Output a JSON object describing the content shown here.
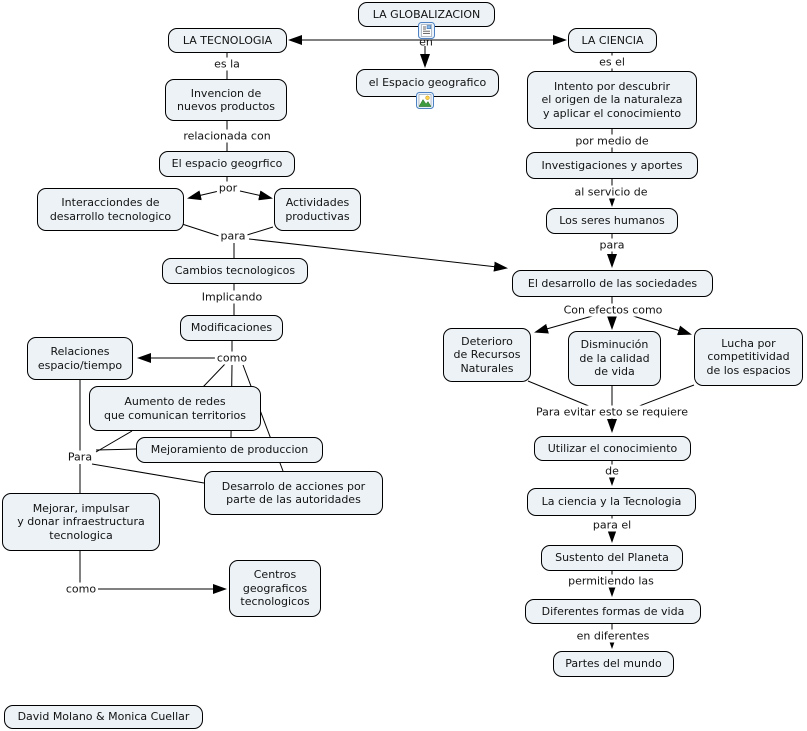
{
  "map": {
    "title": "LA GLOBALIZACION",
    "colors": {
      "background": "#ffffff",
      "node_fill": "#ecf2f6",
      "node_border": "#000000",
      "connector": "#000000",
      "icon_border": "#4e82c2"
    },
    "icons": {
      "globalizacion_resource": "document-resource-icon",
      "espacio_geografico_resource": "image-resource-icon"
    },
    "nodes": {
      "globalizacion": {
        "text": "LA GLOBALIZACION"
      },
      "tecnologia": {
        "text": "LA TECNOLOGIA"
      },
      "ciencia": {
        "text": "LA CIENCIA"
      },
      "espacio_geografico": {
        "text": "el Espacio geografico"
      },
      "invencion": {
        "text": "Invencion de\nnuevos productos"
      },
      "espacio_geogrfico": {
        "text": "El espacio geogrfico"
      },
      "interacciondes": {
        "text": "Interacciondes de\ndesarrollo tecnologico"
      },
      "actividades": {
        "text": "Actividades\nproductivas"
      },
      "cambios": {
        "text": "Cambios tecnologicos"
      },
      "modificaciones": {
        "text": "Modificaciones"
      },
      "relaciones": {
        "text": "Relaciones\nespacio/tiempo"
      },
      "aumento": {
        "text": "Aumento de redes\nque comunican territorios"
      },
      "mejoramiento": {
        "text": "Mejoramiento de produccion"
      },
      "desarrolo": {
        "text": "Desarrolo de acciones por\nparte de las autoridades"
      },
      "mejorar": {
        "text": "Mejorar, impulsar\ny donar infraestructura\ntecnologica"
      },
      "centros": {
        "text": "Centros\ngeograficos\ntecnologicos"
      },
      "intento": {
        "text": "Intento por descubrir\nel origen de la naturaleza\ny aplicar el conocimiento"
      },
      "investigaciones": {
        "text": "Investigaciones y aportes"
      },
      "seres_humanos": {
        "text": "Los seres humanos"
      },
      "desarrollo_sociedades": {
        "text": "El desarrollo de las sociedades"
      },
      "deterioro": {
        "text": "Deterioro\nde Recursos\nNaturales"
      },
      "disminucion": {
        "text": "Disminución\nde la calidad\nde vida"
      },
      "lucha": {
        "text": "Lucha por\ncompetitividad\nde los espacios"
      },
      "utilizar": {
        "text": "Utilizar el conocimiento"
      },
      "ciencia_tecnologia": {
        "text": "La ciencia y la Tecnologia"
      },
      "sustento": {
        "text": "Sustento del Planeta"
      },
      "diferentes_formas": {
        "text": "Diferentes formas de vida"
      },
      "partes_mundo": {
        "text": "Partes del mundo"
      },
      "autores": {
        "text": "David Molano & Monica Cuellar"
      }
    },
    "links": {
      "en": {
        "text": "en"
      },
      "es_la": {
        "text": "es la"
      },
      "relacionada_con": {
        "text": "relacionada con"
      },
      "por": {
        "text": "por"
      },
      "para_izq": {
        "text": "para"
      },
      "implicando": {
        "text": "Implicando"
      },
      "como_1": {
        "text": "como"
      },
      "para_2": {
        "text": "Para"
      },
      "como_2": {
        "text": "como"
      },
      "es_el": {
        "text": "es el"
      },
      "por_medio_de": {
        "text": "por medio de"
      },
      "al_servicio_de": {
        "text": "al servicio de"
      },
      "para_der": {
        "text": "para"
      },
      "con_efectos_como": {
        "text": "Con efectos como"
      },
      "para_evitar": {
        "text": "Para evitar esto se requiere"
      },
      "de": {
        "text": "de"
      },
      "para_el": {
        "text": "para el"
      },
      "permitiendo_las": {
        "text": "permitiendo las"
      },
      "en_diferentes": {
        "text": "en diferentes"
      }
    }
  }
}
